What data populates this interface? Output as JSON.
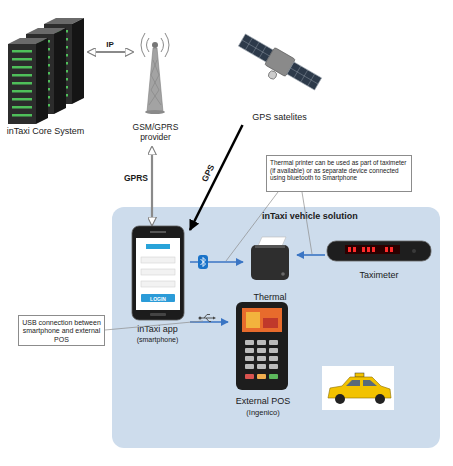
{
  "diagram": {
    "nodes": [
      {
        "text": [
          "inTaxi Core System"
        ]
      },
      {
        "text": [
          "GSM/GPRS provider"
        ]
      },
      {
        "text": [
          "GPS satelites"
        ]
      },
      {
        "text": [
          "Thermal printer can be used as part of taximeter (if available) or as separate device connected using bluetooth to Smartphone"
        ]
      },
      {
        "text": [
          "inTaxi vehicle solution"
        ]
      },
      {
        "text": [
          "inTaxi app",
          "(smartphone)"
        ],
        "in": 4
      },
      {
        "text": [
          "Thermal printer"
        ],
        "in": 4
      },
      {
        "text": [
          "Taximeter"
        ],
        "in": 4
      },
      {
        "text": [
          "External POS",
          "(Ingenico)"
        ],
        "in": 4
      },
      {
        "text": [
          "USB connection between smartphone and external POS"
        ]
      }
    ],
    "edges": [
      {
        "from": 0,
        "to": 1,
        "label": "IP",
        "arrow": "both"
      },
      {
        "from": 1,
        "to": 5,
        "label": "GPRS",
        "arrow": "both"
      },
      {
        "from": 2,
        "to": 5,
        "label": "GPS",
        "arrow": "to"
      },
      {
        "from": 5,
        "to": 6,
        "arrow": "to"
      },
      {
        "from": 7,
        "to": 6,
        "arrow": "to"
      },
      {
        "from": 5,
        "to": 8,
        "arrow": "to"
      }
    ],
    "labels": [
      "LOGIN"
    ]
  }
}
